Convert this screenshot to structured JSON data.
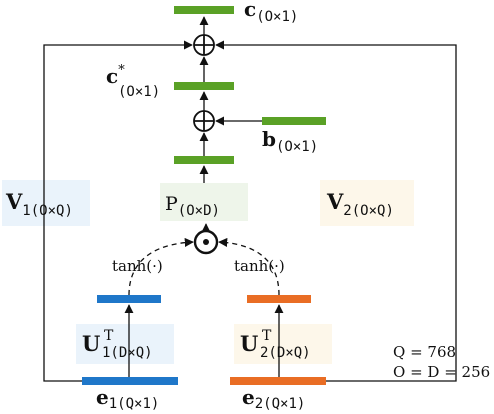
{
  "colors": {
    "green": "#5aa126",
    "blue": "#1f77c9",
    "orange": "#e96d24",
    "line": "#111111",
    "box_blue": "#eaf3fb",
    "box_green": "#eef5ea",
    "box_orange": "#fdf7ea"
  },
  "labels": {
    "c_main": "c",
    "c_sub": "(O×1)",
    "cstar_main": "c",
    "cstar_sup": "*",
    "cstar_sub": "(O×1)",
    "b_main": "b",
    "b_sub": "(O×1)",
    "P_main": "P",
    "P_sub": "(O×D)",
    "V1_main": "V",
    "V1_sub": "1(O×Q)",
    "V2_main": "V",
    "V2_sub": "2(O×Q)",
    "U1_main": "U",
    "U1_sup": "T",
    "U1_sub": "1(D×Q)",
    "U2_main": "U",
    "U2_sup": "T",
    "U2_sub": "2(D×Q)",
    "e1_main": "e",
    "e1_sub": "1(Q×1)",
    "e2_main": "e",
    "e2_sub": "2(Q×1)",
    "tanh_left": "tanh(·)",
    "tanh_right": "tanh(·)",
    "dims_q": "Q = 768",
    "dims_od": "O = D = 256"
  },
  "icons": {
    "add": "circled-plus-icon",
    "mult": "circled-dot-icon"
  }
}
